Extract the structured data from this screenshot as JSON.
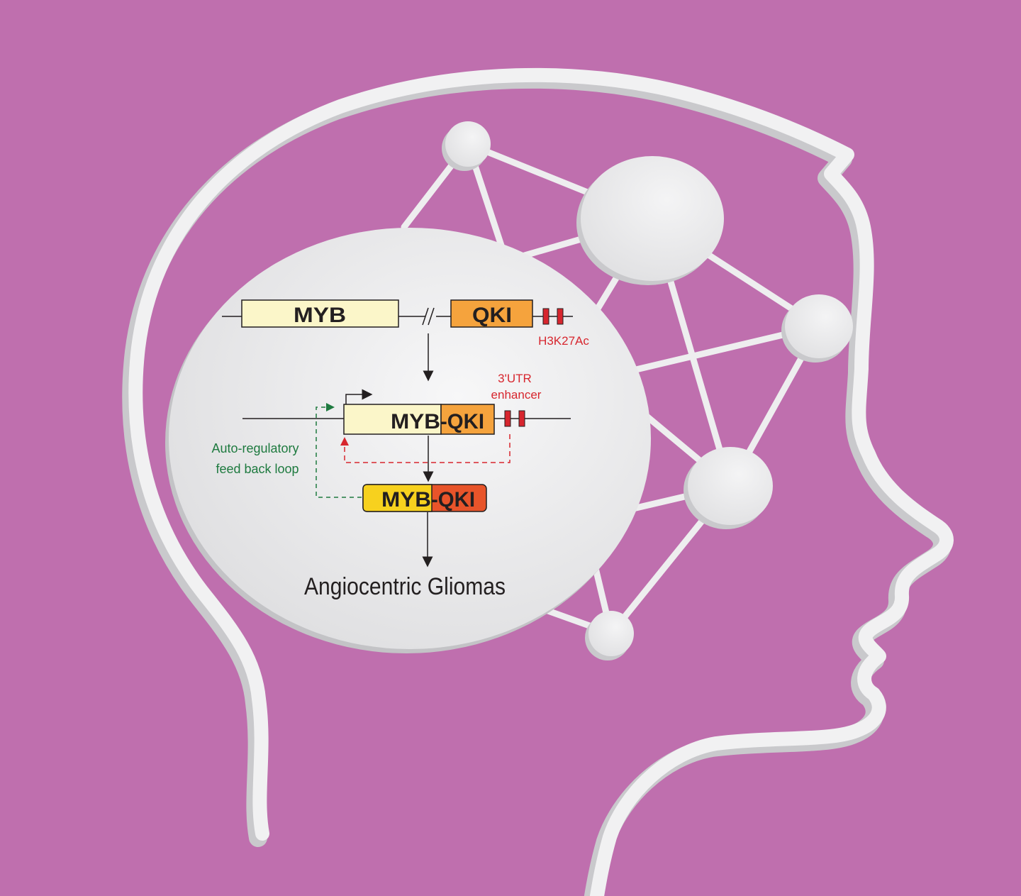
{
  "colors": {
    "background": "#bf6fae",
    "head_outline": "#f1f1f2",
    "node_fill": "#e9e9eb",
    "myb_gene": "#fbf6c9",
    "qki_gene": "#f5a33d",
    "protein_myb": "#f7d11e",
    "protein_qki": "#e8542a",
    "enhancer_red": "#d7262e",
    "loop_green": "#1e7a3f",
    "text_dark": "#231f20"
  },
  "diagram": {
    "top_locus": {
      "gene_a": "MYB",
      "gene_b": "QKI",
      "mark_label": "H3K27Ac"
    },
    "fusion_locus": {
      "gene_a": "MYB",
      "gene_b": "-QKI",
      "enhancer_label_line1": "3'UTR",
      "enhancer_label_line2": "enhancer"
    },
    "loop_label": {
      "line1": "Auto-regulatory",
      "line2": "feed back loop"
    },
    "protein": {
      "part_a": "MYB",
      "part_b": "-QKI"
    },
    "outcome": "Angiocentric Gliomas"
  }
}
